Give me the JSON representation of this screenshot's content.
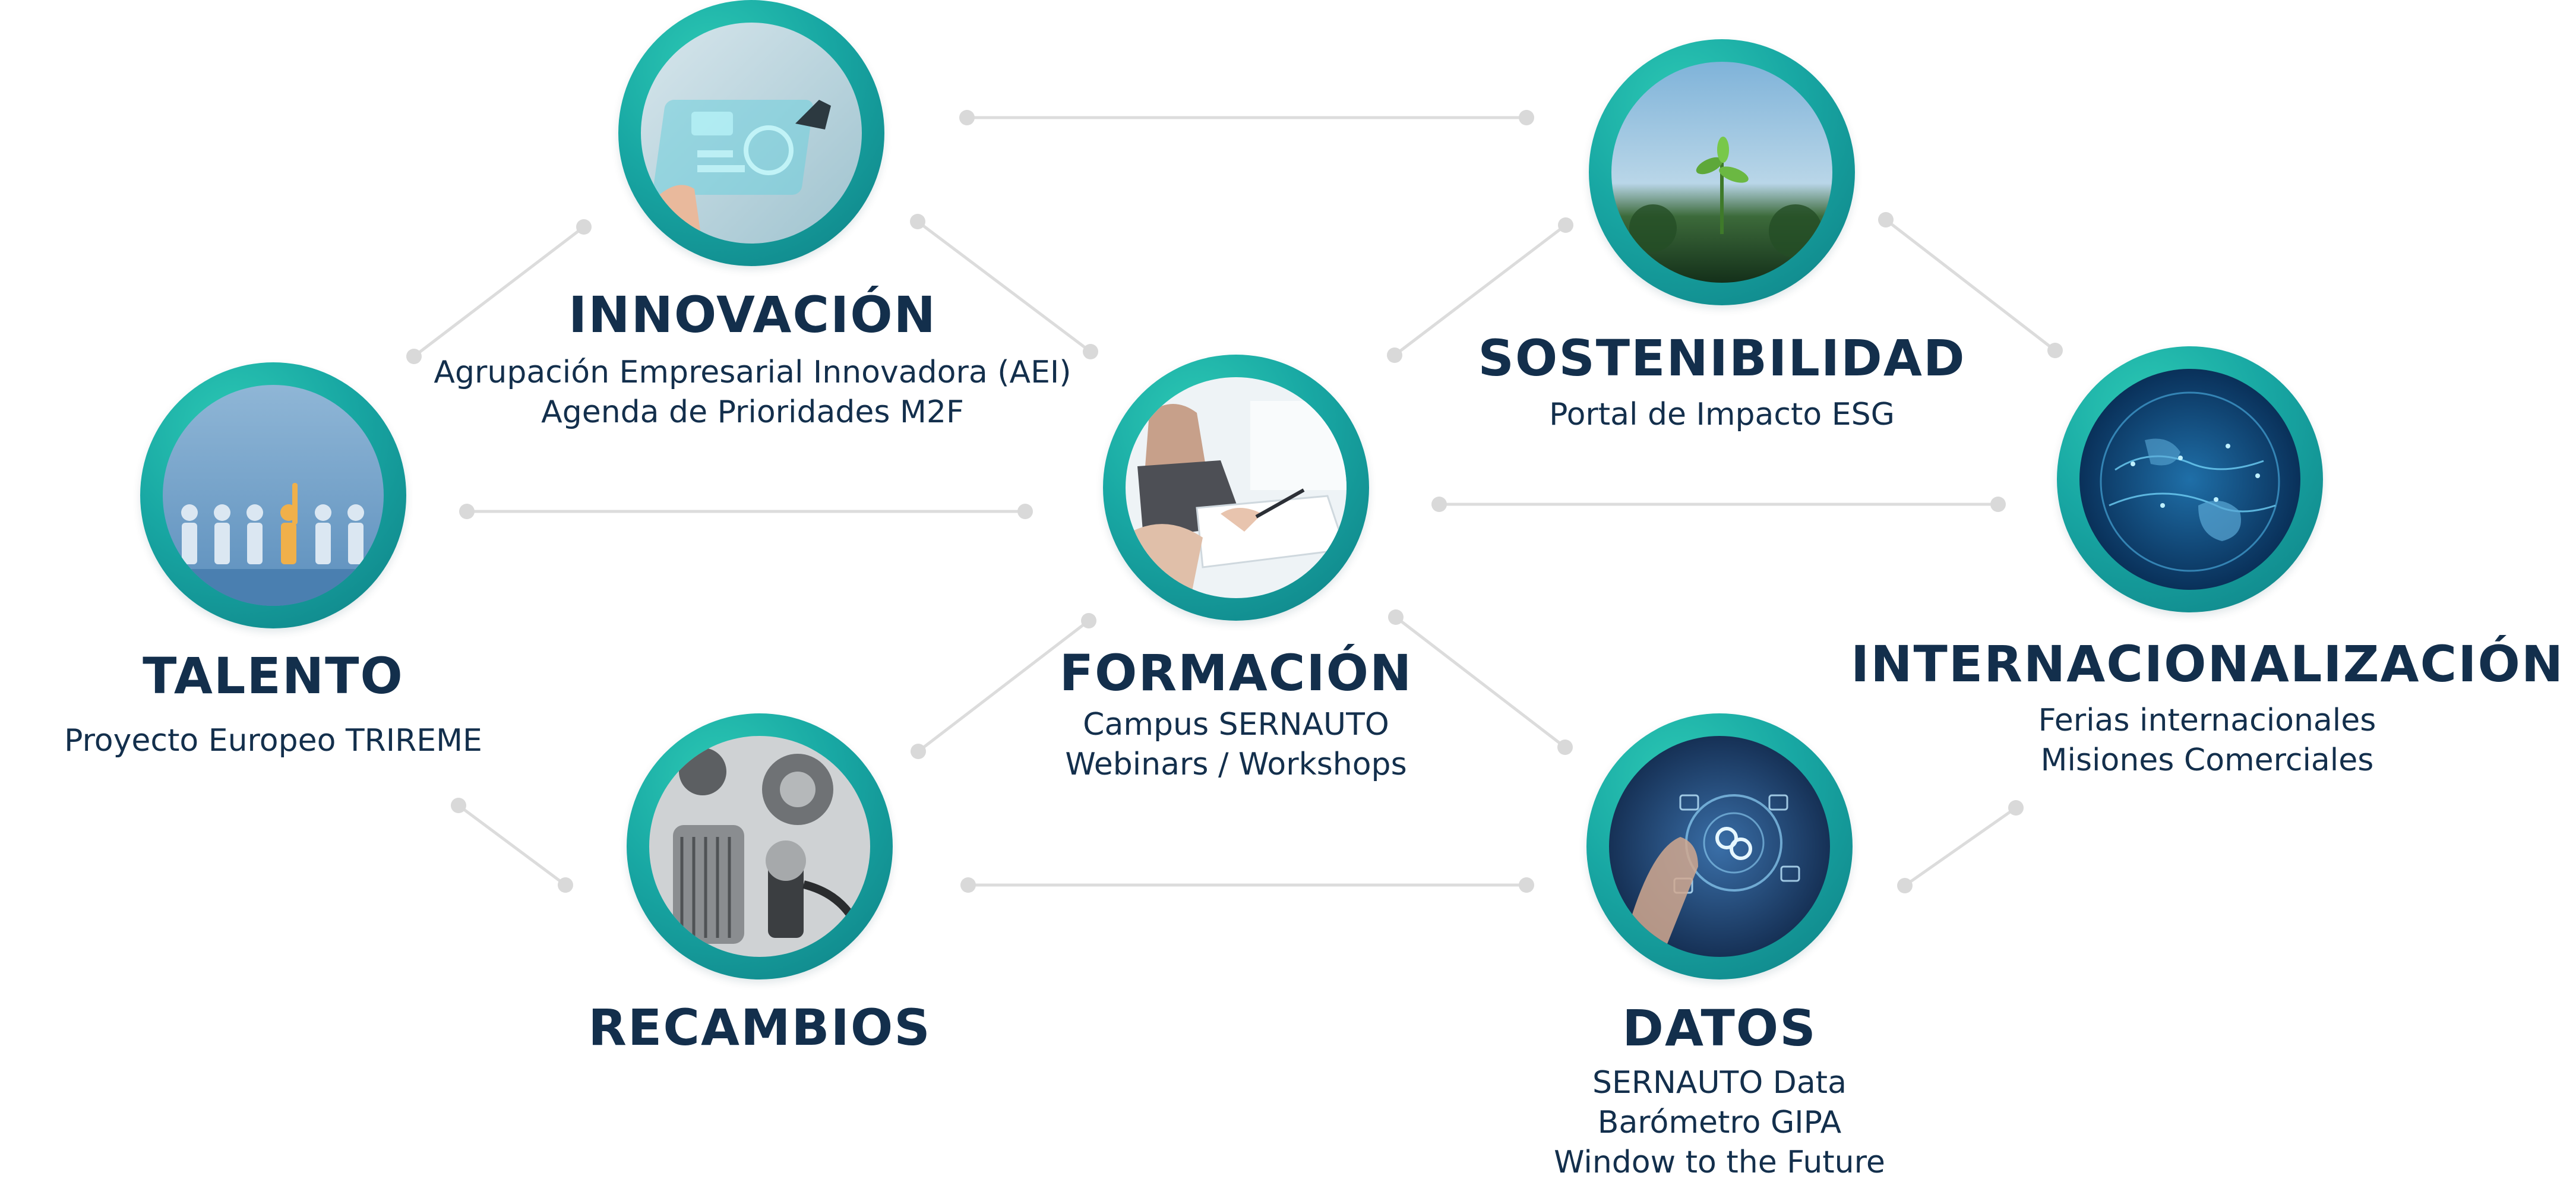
{
  "nodes": {
    "innovacion": {
      "title": "INNOVACIÓN",
      "lines": [
        "Agrupación Empresarial Innovadora (AEI)",
        "Agenda de Prioridades M2F"
      ]
    },
    "sostenibilidad": {
      "title": "SOSTENIBILIDAD",
      "lines": [
        "Portal de Impacto ESG"
      ]
    },
    "talento": {
      "title": "TALENTO",
      "lines": [
        "Proyecto Europeo TRIREME"
      ]
    },
    "formacion": {
      "title": "FORMACIÓN",
      "lines": [
        "Campus SERNAUTO",
        "Webinars / Workshops"
      ]
    },
    "internacionalizacion": {
      "title": "INTERNACIONALIZACIÓN",
      "lines": [
        "Ferias internacionales",
        "Misiones Comerciales"
      ]
    },
    "recambios": {
      "title": "RECAMBIOS",
      "lines": []
    },
    "datos": {
      "title": "DATOS",
      "lines": [
        "SERNAUTO Data",
        "Barómetro GIPA",
        "Window to the Future"
      ]
    }
  },
  "colors": {
    "ring_teal": "#18a7a3",
    "title_navy": "#132f4c",
    "connector_gray": "#d9d9d9"
  },
  "images": {
    "innovacion": "touchscreen-hand-image",
    "sostenibilidad": "plant-sprout-image",
    "talento": "raised-hand-figure-image",
    "formacion": "writing-notes-image",
    "internacionalizacion": "network-globe-image",
    "recambios": "car-parts-image",
    "datos": "data-interface-image"
  }
}
